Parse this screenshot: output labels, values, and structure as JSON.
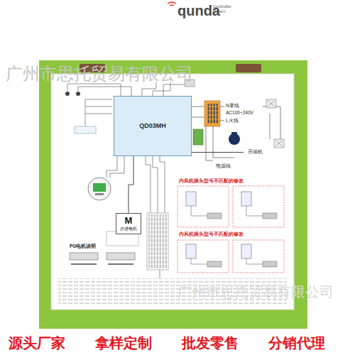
{
  "diagram": {
    "nodes": [
      {
        "text": [
          "QD03MH"
        ]
      },
      {
        "text": [
          "压缩机"
        ]
      },
      {
        "text": [
          "M",
          "步进电机"
        ]
      }
    ],
    "edges": [
      {
        "from": 0,
        "to": 1,
        "arrow": "none"
      },
      {
        "from": 0,
        "to": 2,
        "arrow": "none"
      }
    ],
    "labels": [
      "qunda",
      "Controller Expert",
      "广州市思托贸易有限公司",
      "N零线",
      "AC100~240V",
      "L火线",
      "电源线",
      "内风机插头型号不匹配的修改",
      "内风机插头型号不匹配的修改",
      "PG电机说明",
      "广州市思托贸易有限公司",
      "源头厂家",
      "拿样定制",
      "批发零售",
      "分销代理"
    ]
  }
}
